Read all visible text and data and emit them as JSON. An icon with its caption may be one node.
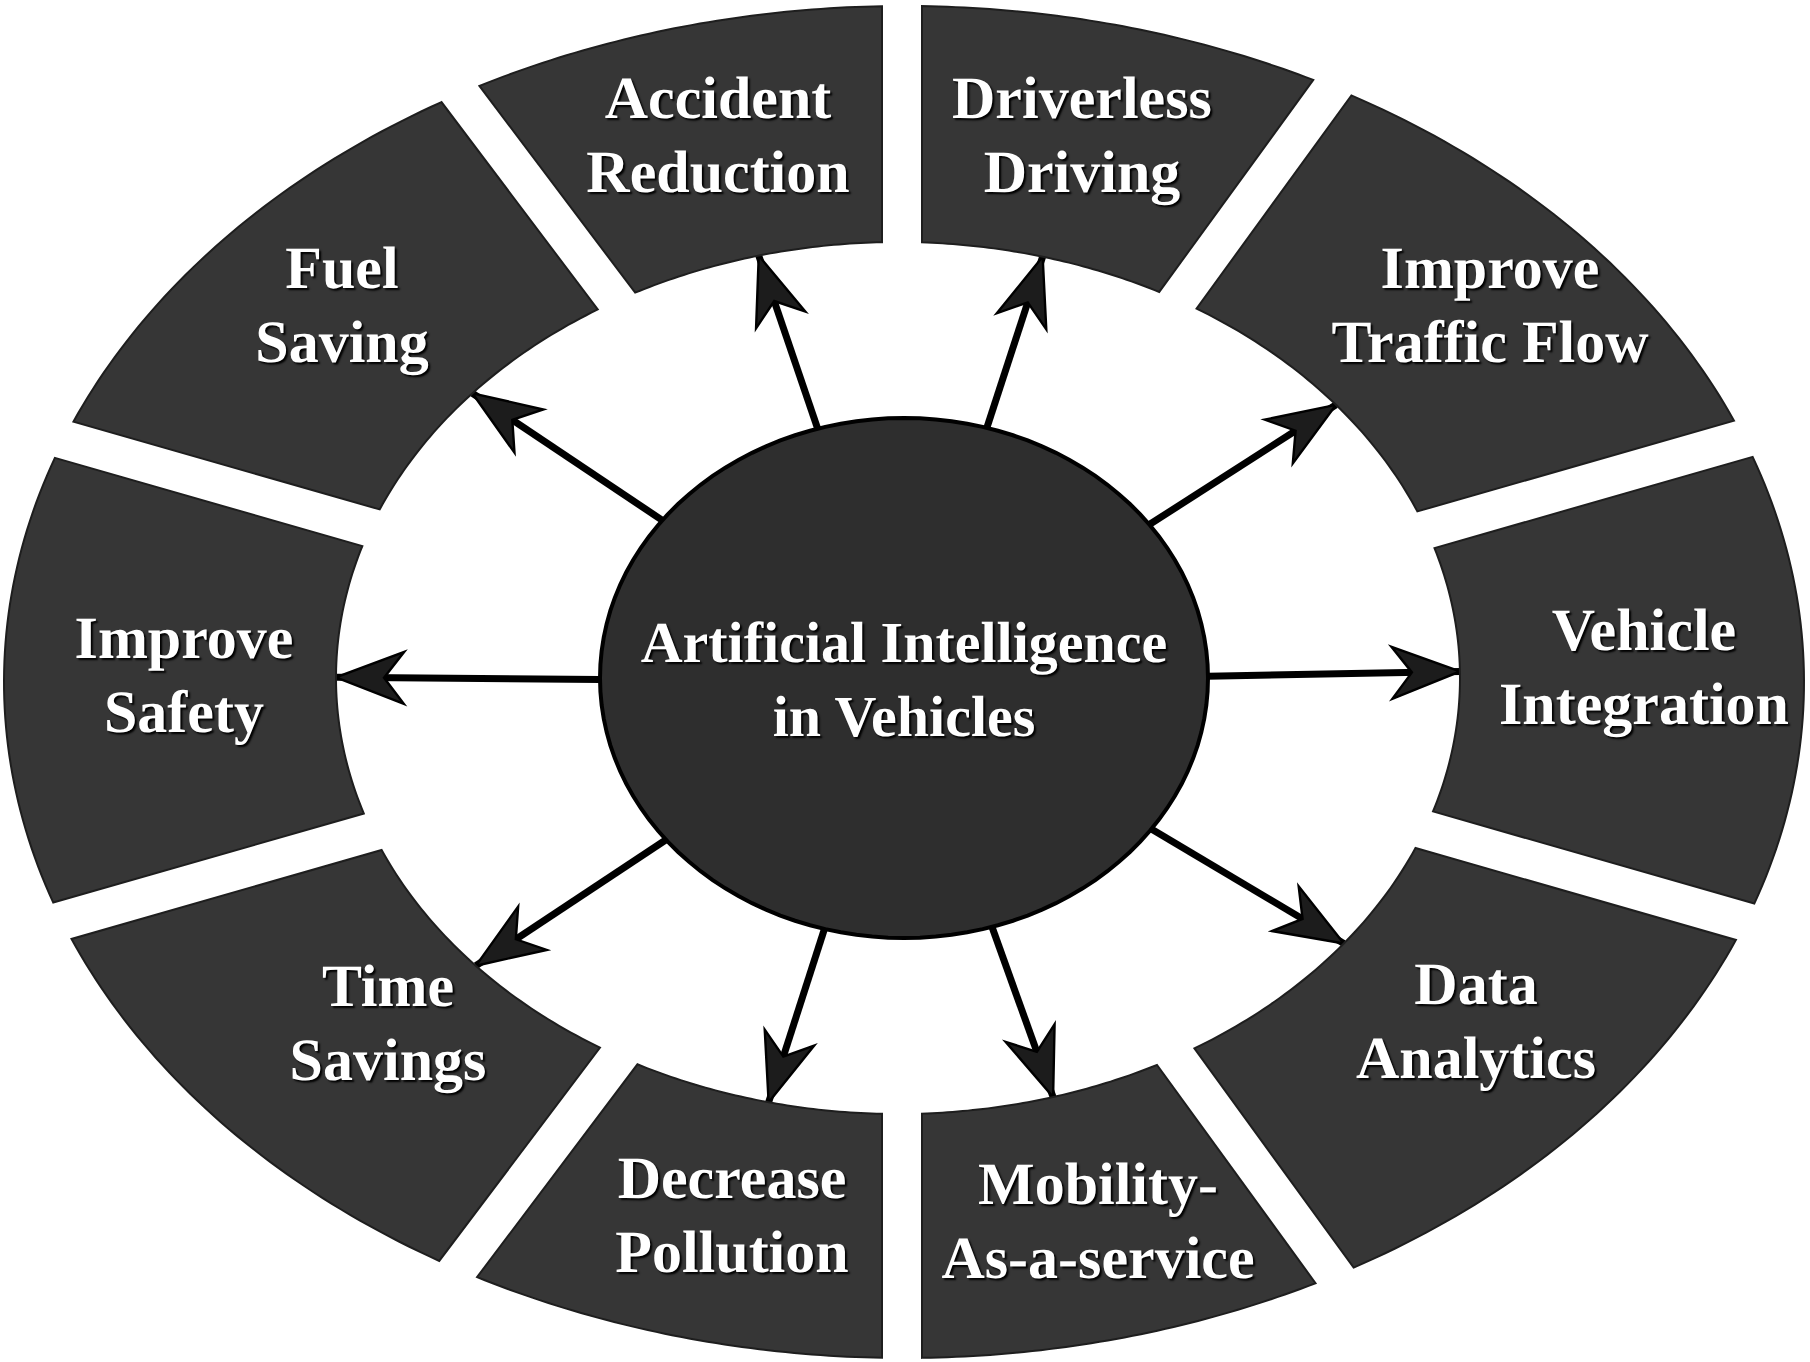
{
  "diagram": {
    "nodes": [
      {
        "text": [
          "Artificial Intelligence in Vehicles"
        ]
      },
      {
        "text": [
          "Accident Reduction"
        ]
      },
      {
        "text": [
          "Driverless Driving"
        ]
      },
      {
        "text": [
          "Improve Traffic Flow"
        ]
      },
      {
        "text": [
          "Vehicle Integration"
        ]
      },
      {
        "text": [
          "Data Analytics"
        ]
      },
      {
        "text": [
          "Mobility- As-a-service"
        ]
      },
      {
        "text": [
          "Decrease Pollution"
        ]
      },
      {
        "text": [
          "Time Savings"
        ]
      },
      {
        "text": [
          "Improve Safety"
        ]
      },
      {
        "text": [
          "Fuel Saving"
        ]
      }
    ],
    "edges": [
      {
        "from": 0,
        "to": 1,
        "arrow": "to"
      },
      {
        "from": 0,
        "to": 2,
        "arrow": "to"
      },
      {
        "from": 0,
        "to": 3,
        "arrow": "to"
      },
      {
        "from": 0,
        "to": 4,
        "arrow": "to"
      },
      {
        "from": 0,
        "to": 5,
        "arrow": "to"
      },
      {
        "from": 0,
        "to": 6,
        "arrow": "to"
      },
      {
        "from": 0,
        "to": 7,
        "arrow": "to"
      },
      {
        "from": 0,
        "to": 8,
        "arrow": "to"
      },
      {
        "from": 0,
        "to": 9,
        "arrow": "to"
      },
      {
        "from": 0,
        "to": 10,
        "arrow": "to"
      }
    ]
  }
}
